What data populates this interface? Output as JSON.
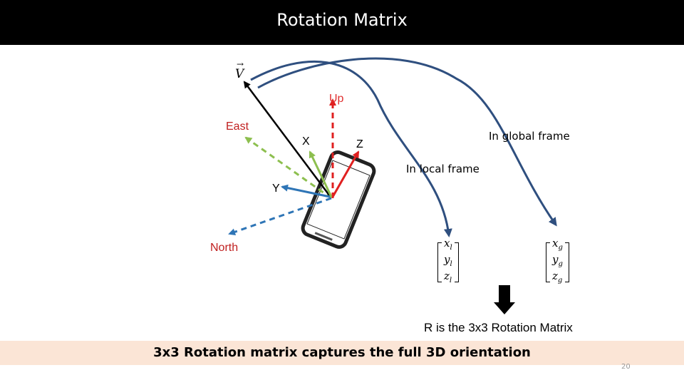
{
  "title": "Rotation Matrix",
  "labels": {
    "up": "Up",
    "east": "East",
    "x": "X",
    "z": "Z",
    "y": "Y",
    "north": "North",
    "in_global_frame": "In global frame",
    "in_local_frame": "In local frame",
    "vector": "V"
  },
  "matrix_local": {
    "r1": "x",
    "s1": "l",
    "r2": "y",
    "s2": "l",
    "r3": "z",
    "s3": "l"
  },
  "matrix_global": {
    "r1": "x",
    "s1": "g",
    "r2": "y",
    "s2": "g",
    "r3": "z",
    "s3": "g"
  },
  "caption": "R is the 3x3 Rotation Matrix",
  "footer": "3x3 Rotation matrix captures the full 3D orientation",
  "page_number": "20",
  "colors": {
    "title_bar": "#000000",
    "up_axis": "#e02020",
    "east_axis": "#8dbf4f",
    "north_axis": "#2e75b6",
    "local_x": "#8dbf4f",
    "local_y": "#2e75b6",
    "local_z": "#e02020",
    "vector_v": "#000000",
    "curve_arrows": "#2f4f7f",
    "footer_band": "#fbe5d6"
  }
}
